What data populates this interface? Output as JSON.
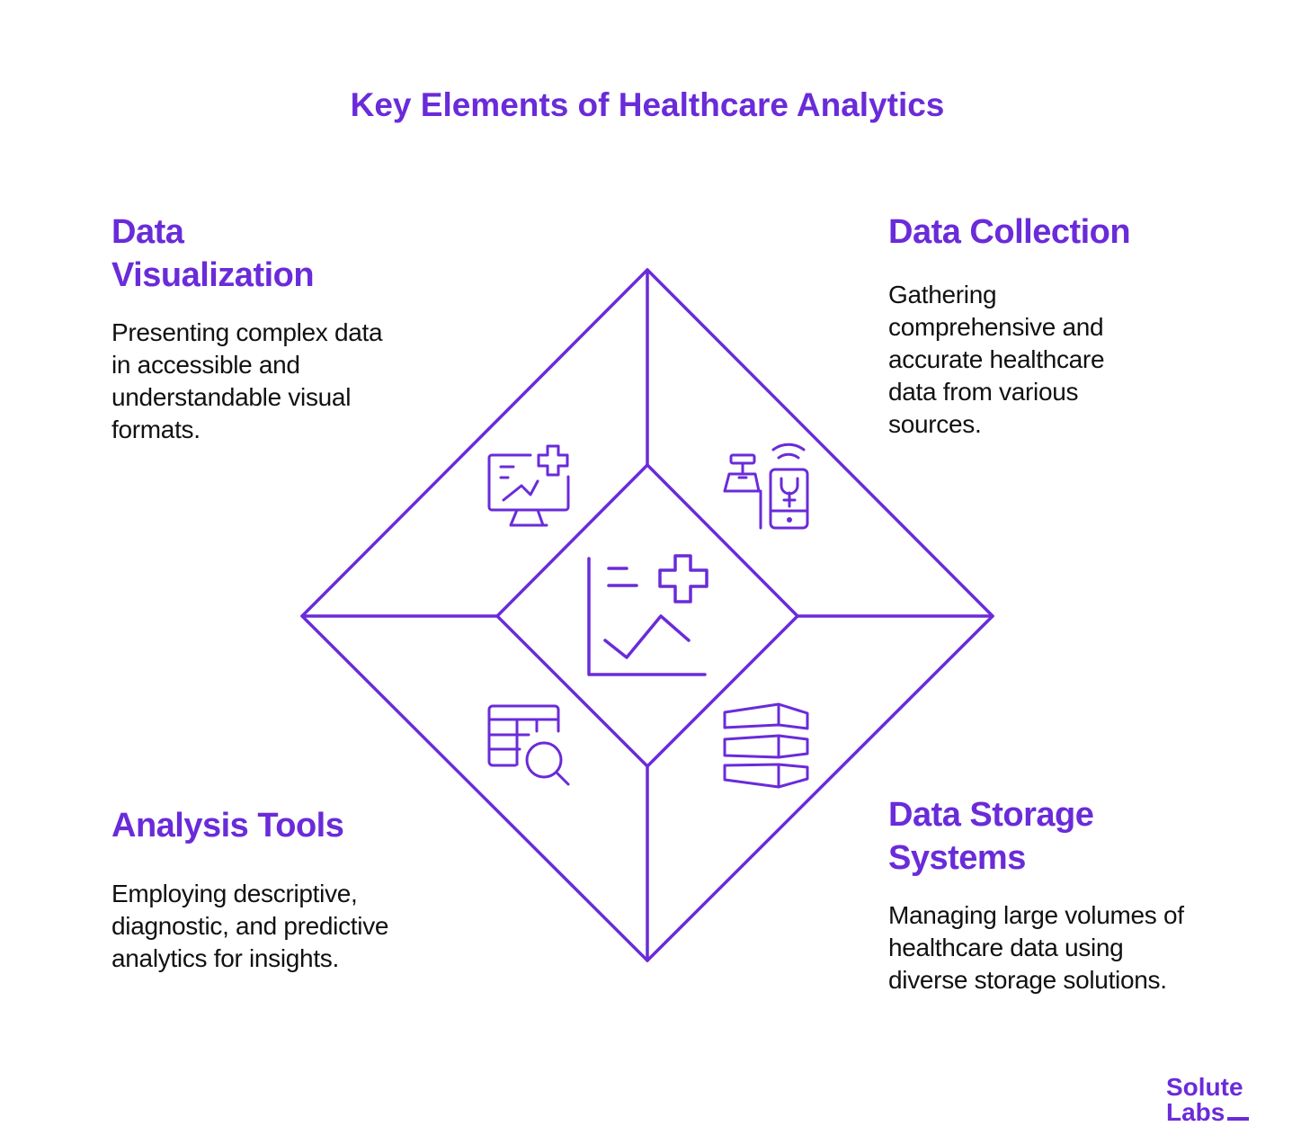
{
  "title": "Key Elements of Healthcare Analytics",
  "accent_color": "#6a2bd9",
  "sections": [
    {
      "heading": "Data Visualization",
      "description": "Presenting complex data in accessible and understandable visual formats.",
      "icon": "monitor-chart-plus-icon"
    },
    {
      "heading": "Data Collection",
      "description": "Gathering comprehensive and accurate healthcare data from various sources.",
      "icon": "scale-phone-wireless-icon"
    },
    {
      "heading": "Analysis Tools",
      "description": "Employing descriptive, diagnostic, and predictive analytics for insights.",
      "icon": "table-search-icon"
    },
    {
      "heading": "Data Storage Systems",
      "description": "Managing large volumes of healthcare data using diverse storage solutions.",
      "icon": "stacked-storage-icon"
    }
  ],
  "center_icon": "healthcare-chart-icon",
  "logo": {
    "line1": "Solute",
    "line2": "Labs"
  }
}
